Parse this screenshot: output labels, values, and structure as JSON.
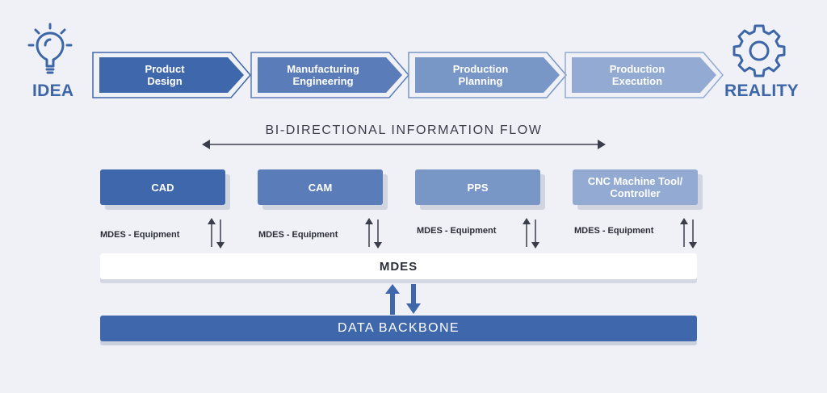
{
  "start_label": "IDEA",
  "end_label": "REALITY",
  "stages": [
    {
      "line1": "Product",
      "line2": "Design",
      "color": "#3f67ab"
    },
    {
      "line1": "Manufacturing",
      "line2": "Engineering",
      "color": "#5a7cb8"
    },
    {
      "line1": "Production",
      "line2": "Planning",
      "color": "#7896c6"
    },
    {
      "line1": "Production",
      "line2": "Execution",
      "color": "#93aad2"
    }
  ],
  "flow_label": "BI-DIRECTIONAL INFORMATION FLOW",
  "systems": [
    {
      "line1": "CAD",
      "line2": "",
      "color": "#3f67ab"
    },
    {
      "line1": "CAM",
      "line2": "",
      "color": "#5a7cb8"
    },
    {
      "line1": "PPS",
      "line2": "",
      "color": "#7896c6"
    },
    {
      "line1": "CNC Machine Tool/",
      "line2": "Controller",
      "color": "#93aad2"
    }
  ],
  "equipment_labels": [
    "MDES - Equipment",
    "MDES - Equipment",
    "MDES - Equipment",
    "MDES - Equipment"
  ],
  "mdes_label": "MDES",
  "backbone_label": "DATA BACKBONE",
  "colors": {
    "accent": "#3d66a8",
    "arrow_dark": "#3a3d4a",
    "background": "#f0f1f6"
  }
}
